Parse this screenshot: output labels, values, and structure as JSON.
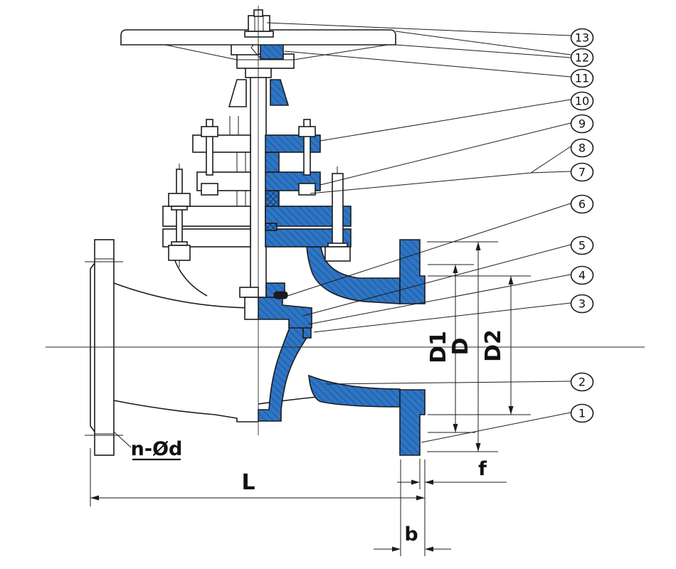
{
  "drawing": {
    "kind": "flanged globe valve cross-section",
    "balloons": [
      {
        "label": "13"
      },
      {
        "label": "12"
      },
      {
        "label": "11"
      },
      {
        "label": "10"
      },
      {
        "label": "9"
      },
      {
        "label": "8"
      },
      {
        "label": "7"
      },
      {
        "label": "6"
      },
      {
        "label": "5"
      },
      {
        "label": "4"
      },
      {
        "label": "3"
      },
      {
        "label": "2"
      },
      {
        "label": "1"
      }
    ],
    "dimensions": {
      "L": "L",
      "b": "b",
      "f": "f",
      "D1": "D1",
      "D": "D",
      "D2": "D2",
      "bolt_pattern": "n-Ød"
    },
    "colors": {
      "section_fill": "#2E75C4",
      "section_hatch": "#1A4C8F",
      "crosshatch": "#123C73",
      "line": "#1C1C1C",
      "background": "#FFFFFF"
    }
  }
}
